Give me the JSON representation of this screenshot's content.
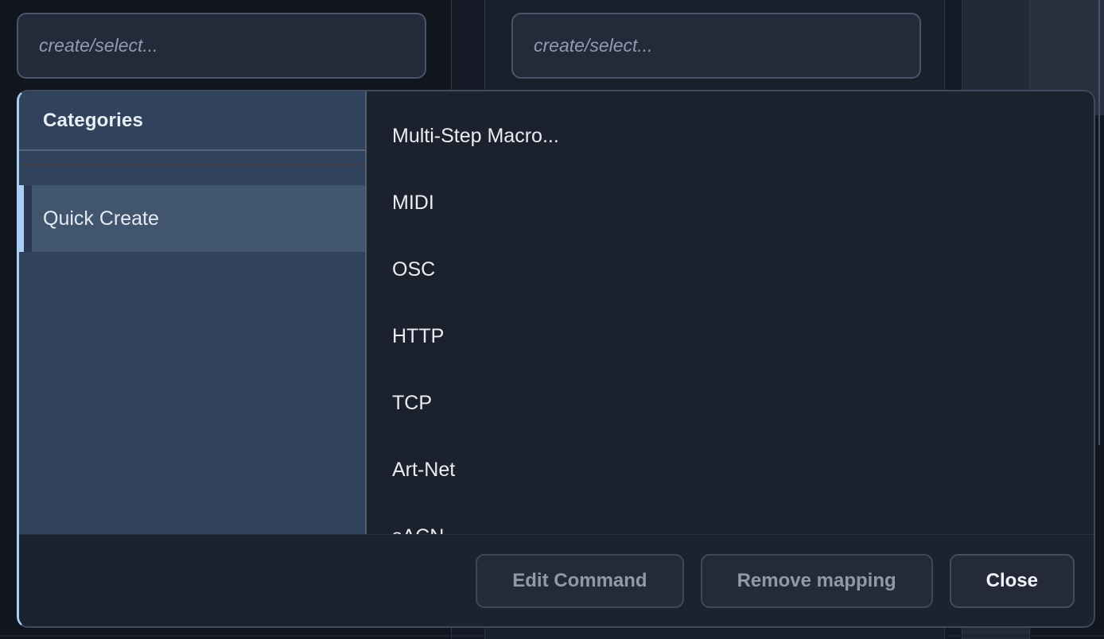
{
  "top_bar": {
    "combo_left": {
      "placeholder": "create/select..."
    },
    "combo_right": {
      "placeholder": "create/select..."
    }
  },
  "dialog": {
    "sidebar": {
      "header": "Categories",
      "items": [
        {
          "label": "Quick Create",
          "selected": true
        }
      ]
    },
    "list": {
      "items": [
        "Multi-Step Macro...",
        "MIDI",
        "OSC",
        "HTTP",
        "TCP",
        "Art-Net",
        "sACN"
      ]
    },
    "footer": {
      "buttons": [
        {
          "label": "Edit Command"
        },
        {
          "label": "Remove mapping"
        },
        {
          "label": "Close",
          "primary": true
        }
      ]
    }
  },
  "colors": {
    "accent-blue": "#a9cdf3",
    "selection-bg": "#42556e"
  }
}
